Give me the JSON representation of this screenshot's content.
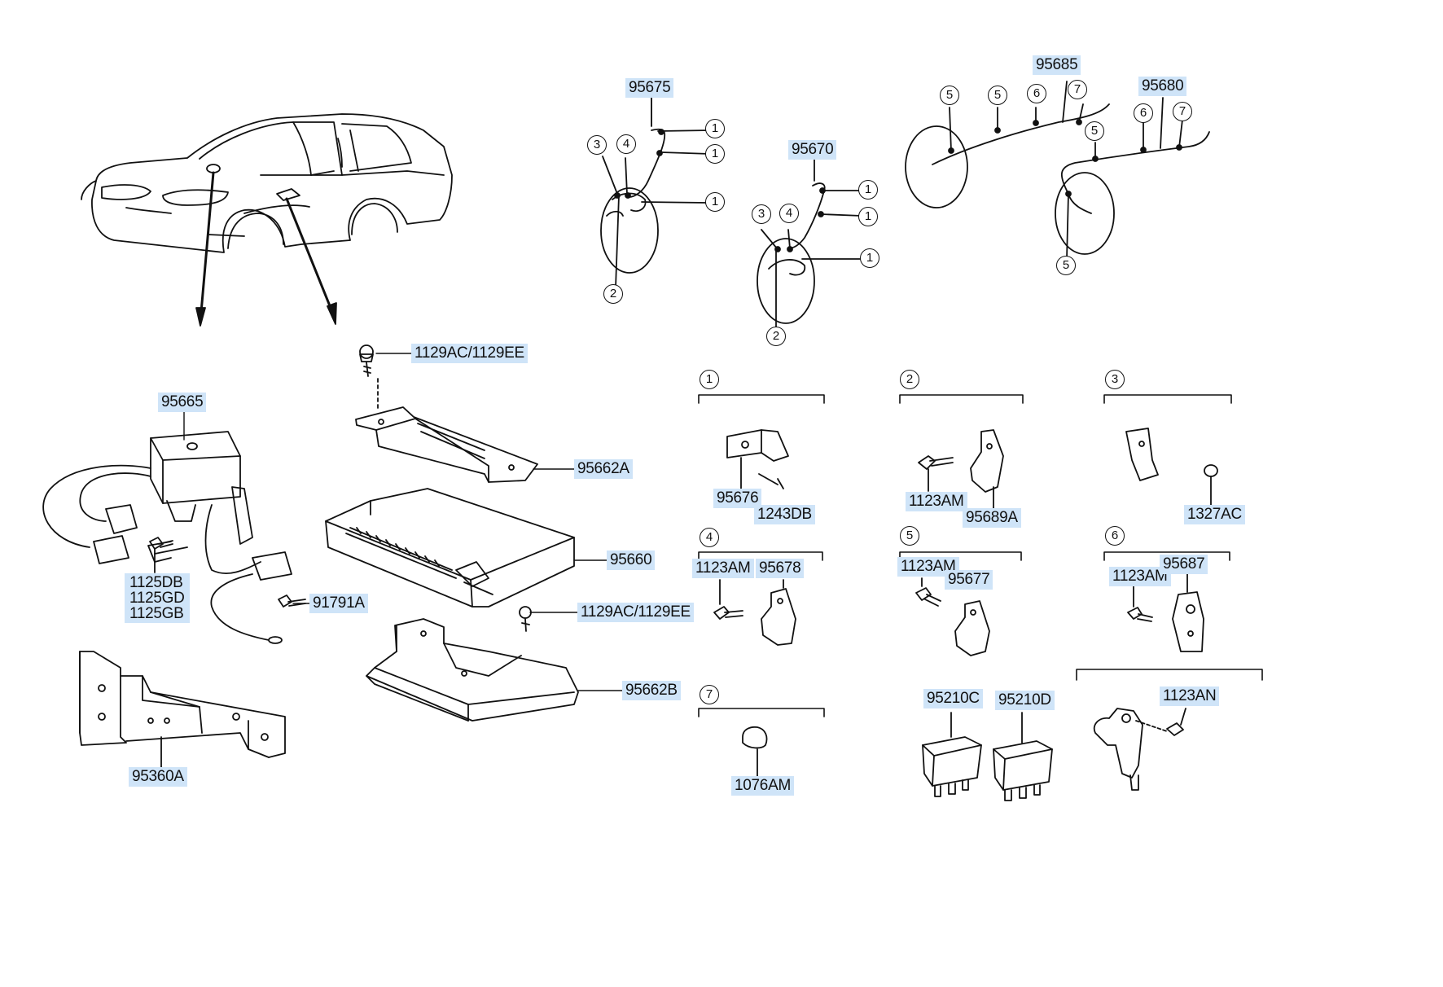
{
  "labels": {
    "p95675": "95675",
    "p95670": "95670",
    "p95685": "95685",
    "p95680": "95680",
    "p1129_top": "1129AC/1129EE",
    "p95665": "95665",
    "p95662A": "95662A",
    "p95660": "95660",
    "p1125": [
      "1125DB",
      "1125GD",
      "1125GB"
    ],
    "p91791A": "91791A",
    "p1129_mid": "1129AC/1129EE",
    "p95662B": "95662B",
    "p95360A": "95360A",
    "p95676": "95676",
    "p1243DB": "1243DB",
    "p1123AM_2": "1123AM",
    "p95689A": "95689A",
    "p1327AC": "1327AC",
    "p1123AM_4": "1123AM",
    "p95678": "95678",
    "p1123AM_5": "1123AM",
    "p95677": "95677",
    "p1123AM_6": "1123AM",
    "p95687": "95687",
    "p1076AM": "1076AM",
    "p95210C": "95210C",
    "p95210D": "95210D",
    "p1123AN": "1123AN"
  },
  "callouts": {
    "n1": "1",
    "n2": "2",
    "n3": "3",
    "n4": "4",
    "n5": "5",
    "n6": "6",
    "n7": "7"
  },
  "colors": {
    "label_bg": "#cfe4f8",
    "line": "#111111"
  }
}
